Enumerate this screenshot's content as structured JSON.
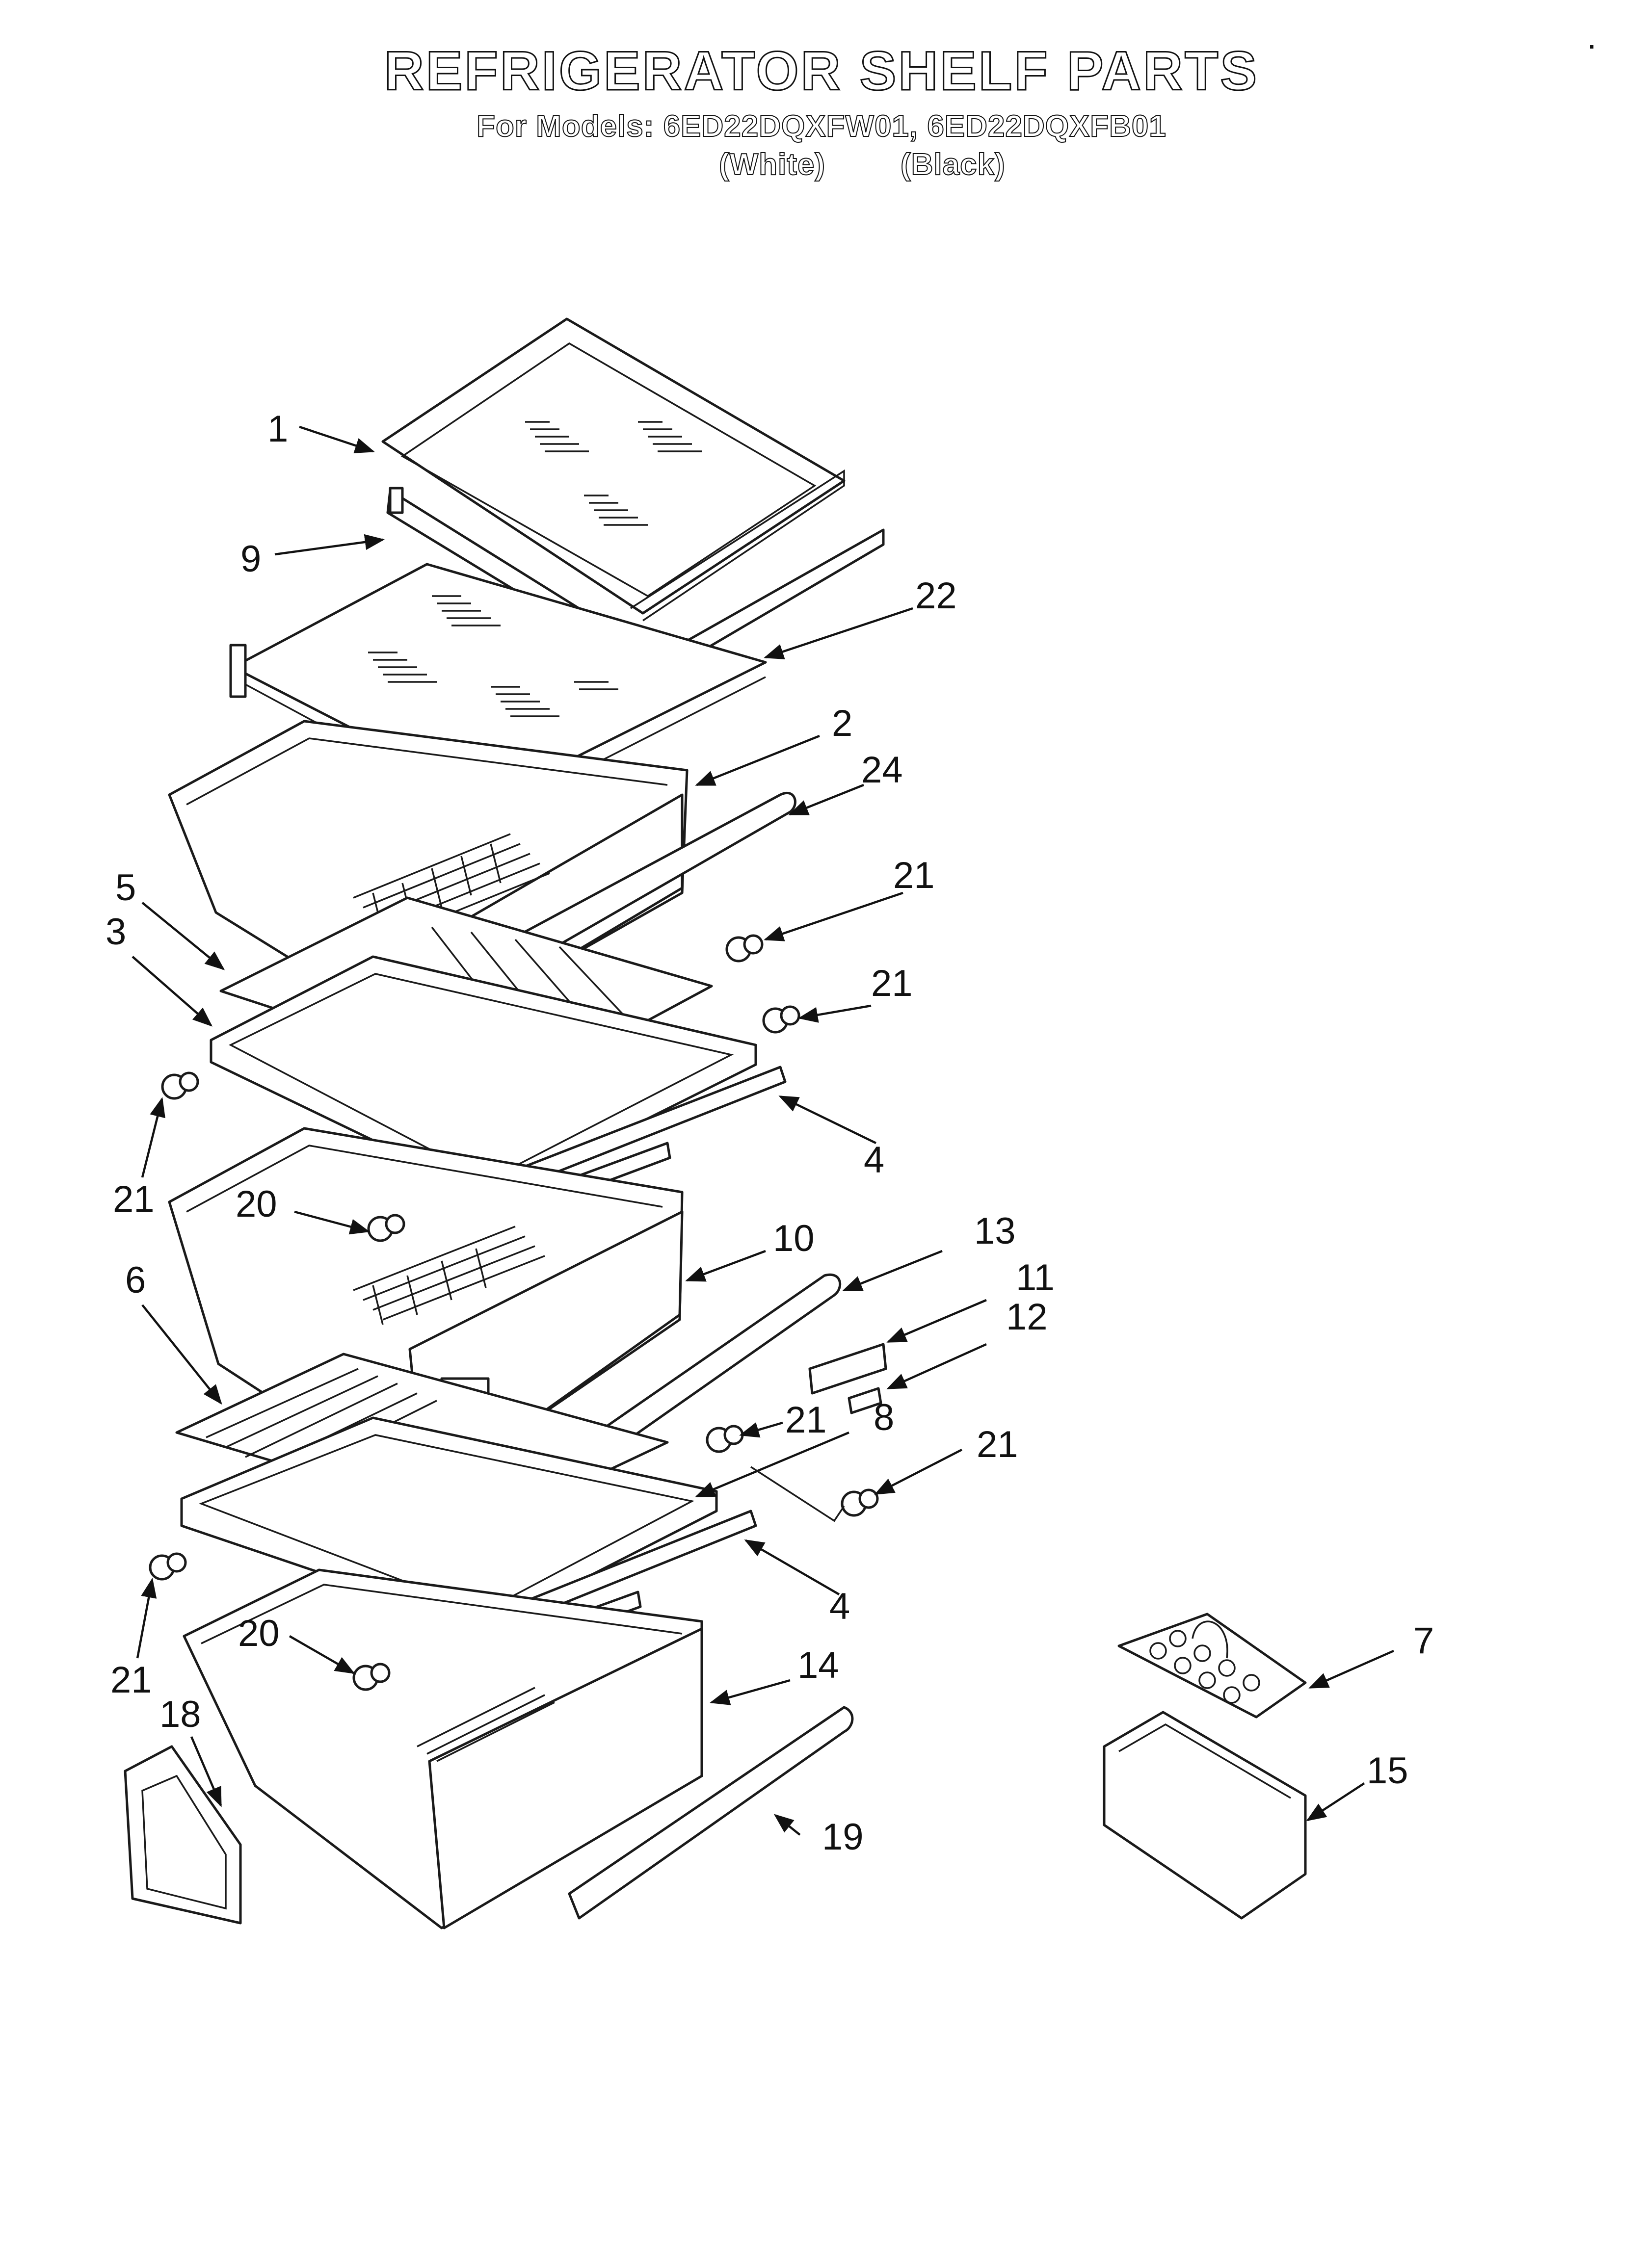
{
  "header": {
    "title": "REFRIGERATOR SHELF PARTS",
    "models_line": "For Models: 6ED22DQXFW01, 6ED22DQXFB01",
    "variant_white": "(White)",
    "variant_black": "(Black)"
  },
  "callouts": {
    "c1": "1",
    "c9": "9",
    "c22": "22",
    "c2": "2",
    "c24": "24",
    "c21a": "21",
    "c5": "5",
    "c3": "3",
    "c21b": "21",
    "c4a": "4",
    "c21c": "21",
    "c20a": "20",
    "c10": "10",
    "c13": "13",
    "c6": "6",
    "c11": "11",
    "c12": "12",
    "c21d": "21",
    "c8": "8",
    "c21e": "21",
    "c4b": "4",
    "c21f": "21",
    "c20b": "20",
    "c18": "18",
    "c14": "14",
    "c7": "7",
    "c15": "15",
    "c19": "19"
  }
}
